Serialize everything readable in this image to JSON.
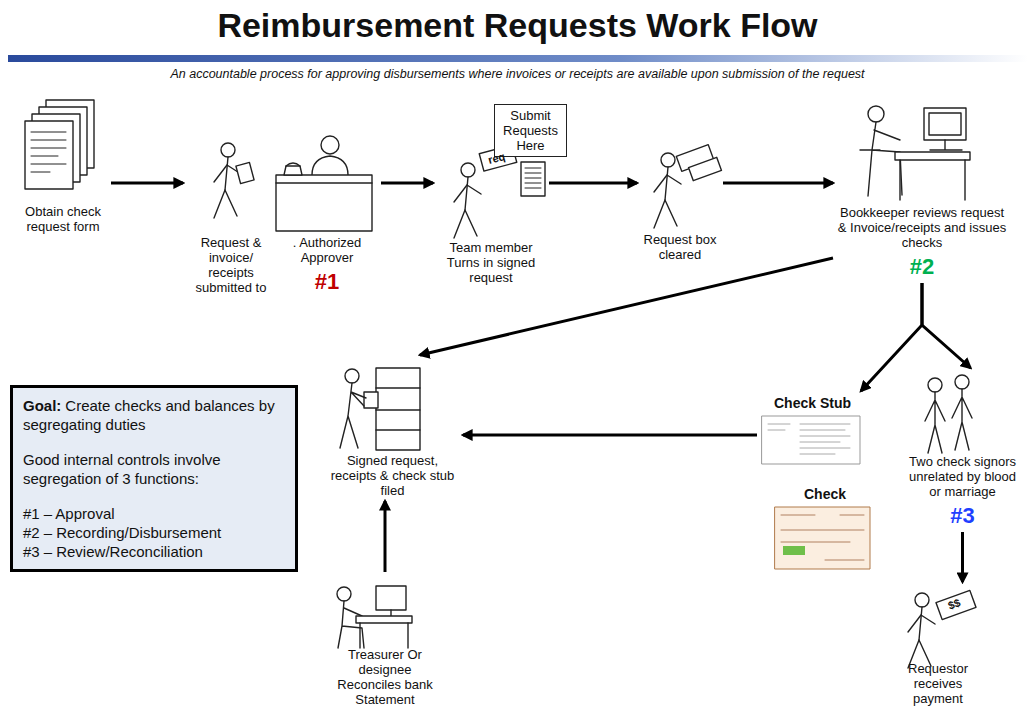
{
  "diagram": {
    "title": "Reimbursement Requests Work Flow",
    "caption": "An accountable process for approving disbursements where invoices or receipts are available upon submission of the request",
    "nodes": [
      {
        "text": [
          "Obtain check request form"
        ]
      },
      {
        "text": [
          "Request & invoice/ receipts submitted to",
          ". Authorized Approver",
          "#1"
        ]
      },
      {
        "text": [
          "Submit Requests Here"
        ]
      },
      {
        "text": [
          "Team member Turns in signed request"
        ]
      },
      {
        "text": [
          "Request box cleared"
        ]
      },
      {
        "text": [
          "Bookkeeper reviews request & Invoice/receipts and issues checks",
          "#2"
        ]
      },
      {
        "text": [
          "Check Stub"
        ]
      },
      {
        "text": [
          "Check"
        ]
      },
      {
        "text": [
          "Two check signors unrelated by blood or marriage",
          "#3"
        ]
      },
      {
        "text": [
          "Requestor receives payment"
        ]
      },
      {
        "text": [
          "Signed request, receipts & check stub filed"
        ]
      },
      {
        "text": [
          "Treasurer Or designee Reconciles bank Statement"
        ]
      },
      {
        "text": [
          "Goal:",
          "Create checks and balances by segregating duties",
          "Good internal controls involve segregation of 3 functions:",
          "#1",
          "– Approval",
          "#2",
          "– Recording/Disbursement",
          "#3",
          "– Review/Reconciliation"
        ]
      }
    ],
    "edges": [
      {
        "from": 0,
        "to": 1,
        "arrow": "to"
      },
      {
        "from": 1,
        "to": 3,
        "arrow": "to"
      },
      {
        "from": 3,
        "to": 4,
        "arrow": "to"
      },
      {
        "from": 4,
        "to": 5,
        "arrow": "to"
      },
      {
        "from": 5,
        "to": 10,
        "arrow": "to"
      },
      {
        "from": 5,
        "to": 6,
        "arrow": "to"
      },
      {
        "from": 5,
        "to": 8,
        "arrow": "to"
      },
      {
        "from": 6,
        "to": 10,
        "arrow": "to"
      },
      {
        "from": 8,
        "to": 9,
        "arrow": "to"
      },
      {
        "from": 11,
        "to": 10,
        "arrow": "to"
      }
    ],
    "labels": [
      "req",
      "$$"
    ]
  }
}
